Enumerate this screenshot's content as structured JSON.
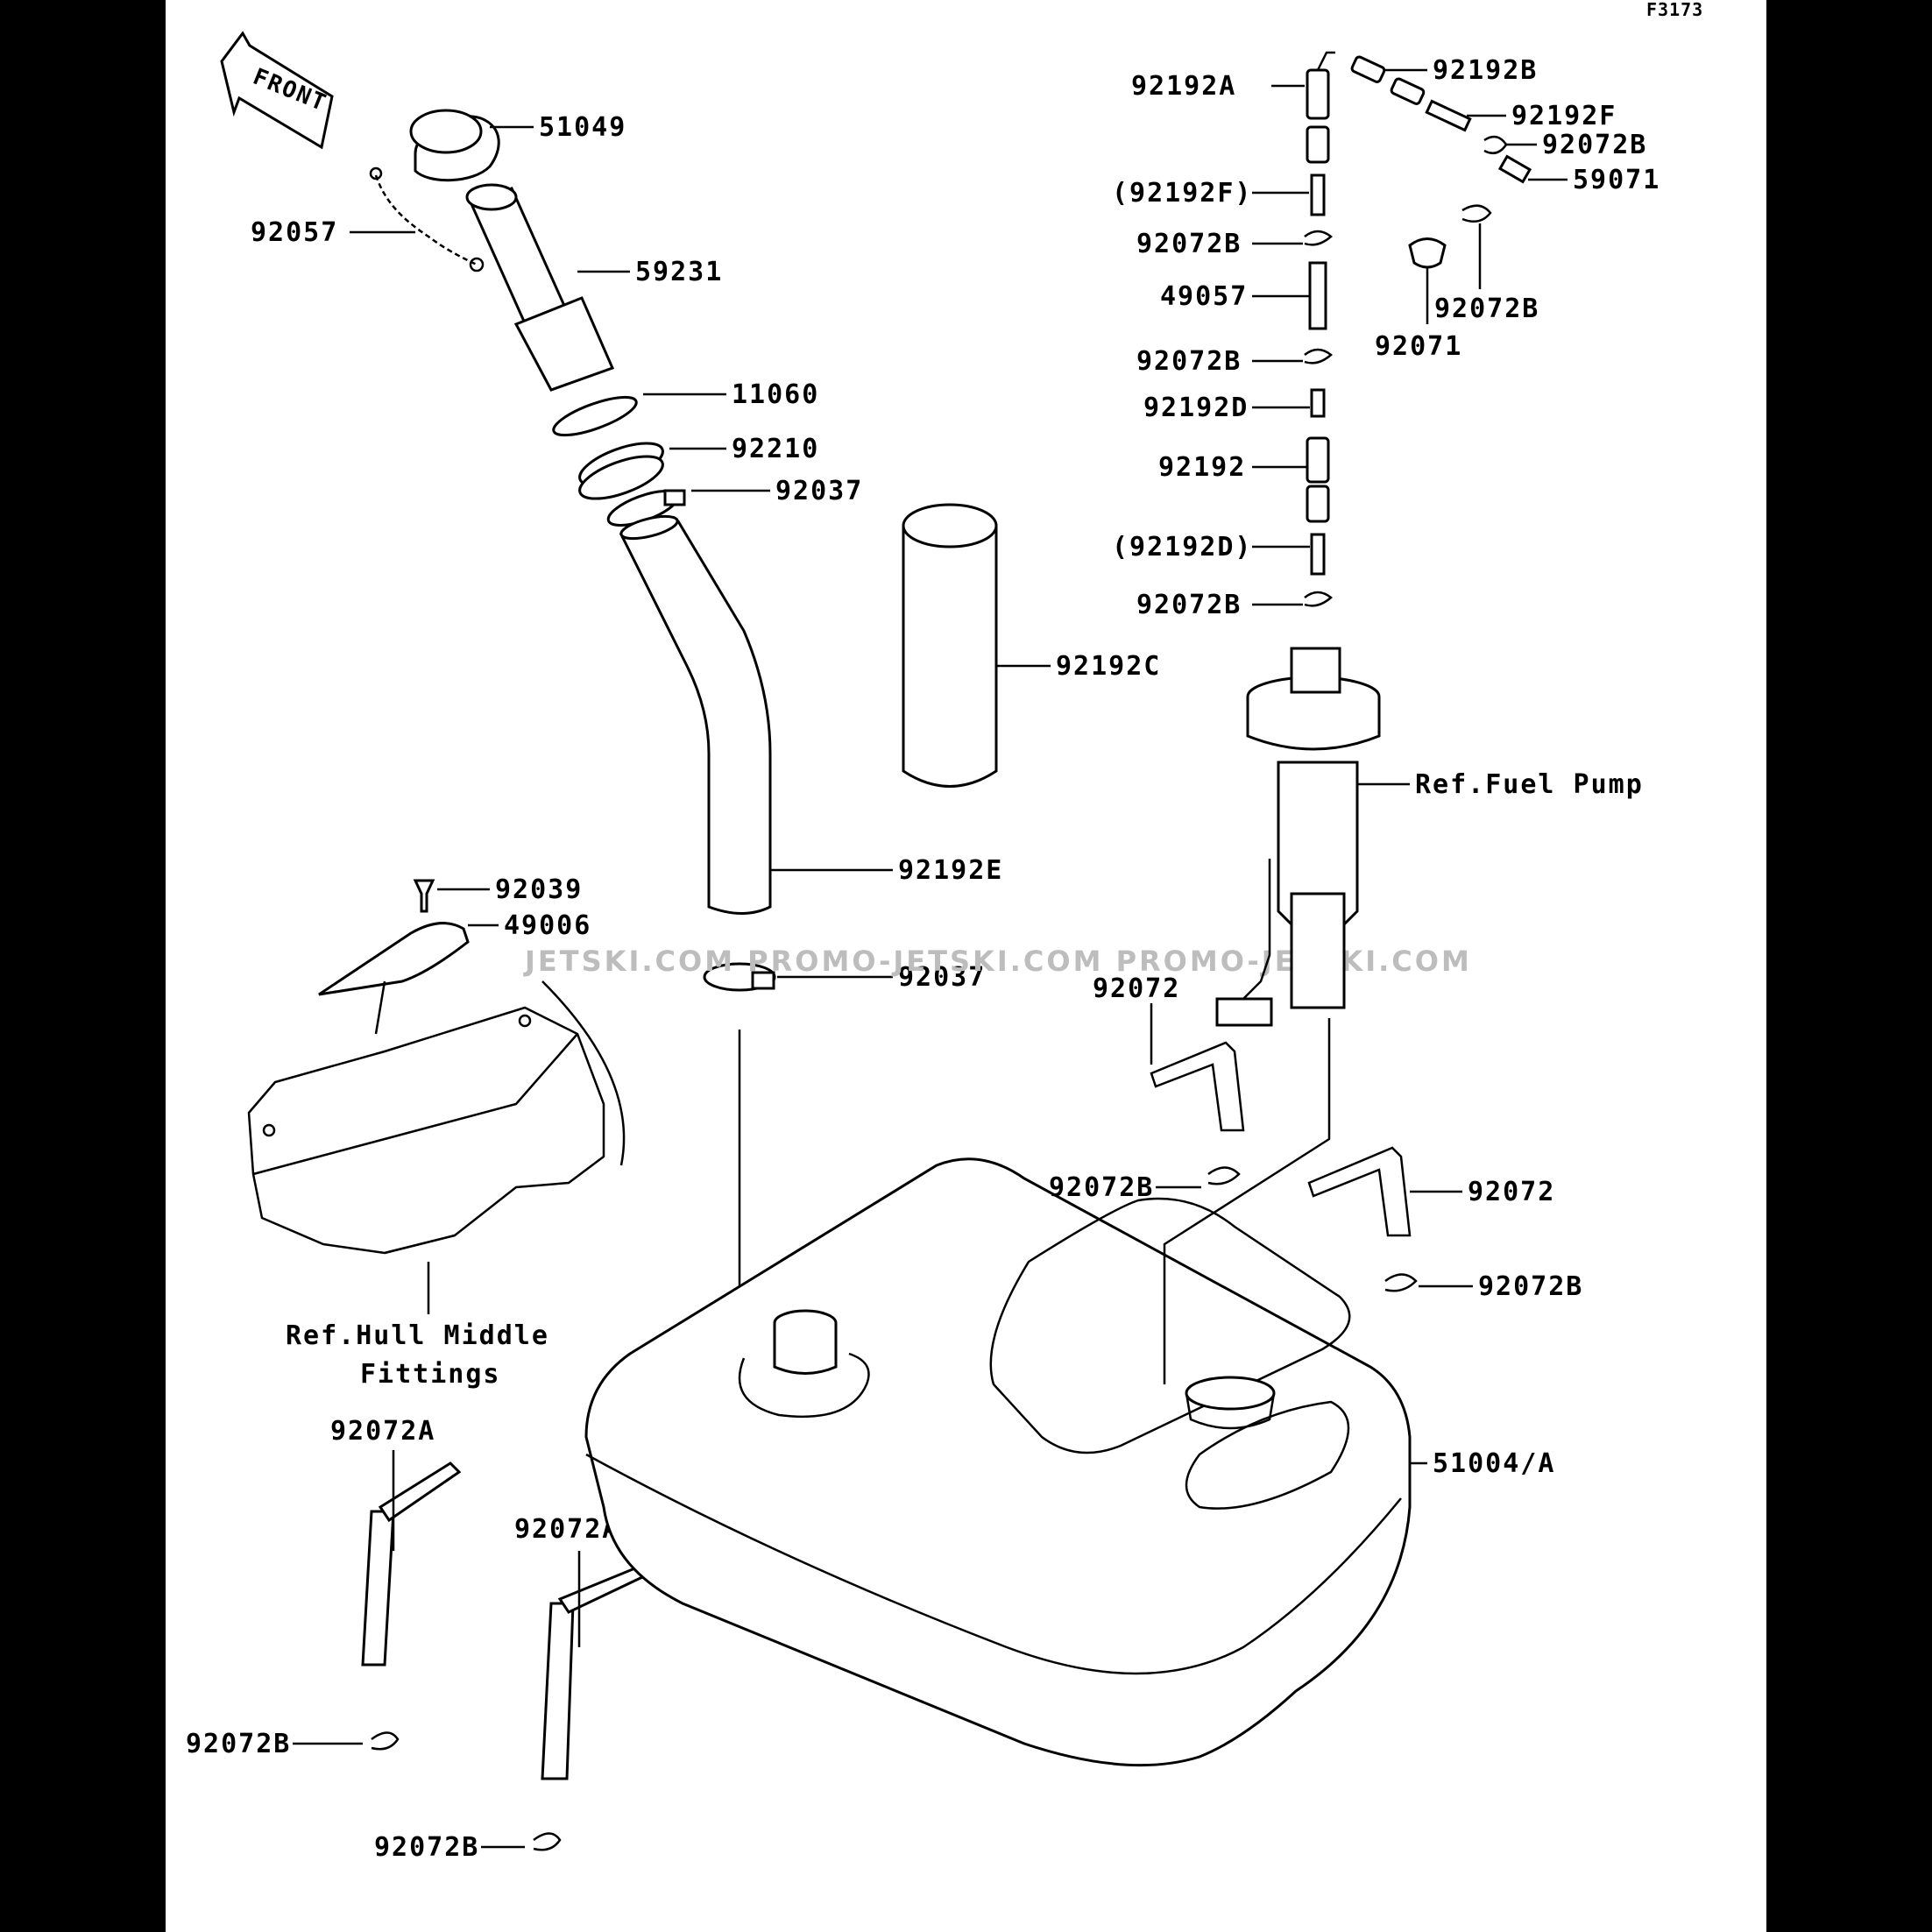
{
  "figure_code": "F3173",
  "front_label": "FRONT",
  "watermark": "JETSKI.COM   PROMO-JETSKI.COM   PROMO-JETSKI.COM",
  "labels": {
    "p51049": "51049",
    "p92057": "92057",
    "p59231": "59231",
    "p11060": "11060",
    "p92210": "92210",
    "p92037a": "92037",
    "p92192C": "92192C",
    "p92192E": "92192E",
    "p92039": "92039",
    "p49006": "49006",
    "p92037b": "92037",
    "hull_line1": "Ref.Hull Middle",
    "hull_line2": "Fittings",
    "p92072A_1": "92072A",
    "p92072A_2": "92072A",
    "p92072B_l1": "92072B",
    "p92072B_l2": "92072B",
    "p51004A": "51004/A",
    "p92072_1": "92072",
    "p92072_2": "92072",
    "p92072B_m1": "92072B",
    "p92072B_m2": "92072B",
    "fuel_pump": "Ref.Fuel Pump",
    "p92192A": "92192A",
    "p92192B": "92192B",
    "p92192F": "92192F",
    "p92072B_r1": "92072B",
    "p59071": "59071",
    "p92192F_paren": "(92192F)",
    "p92072B_c1": "92072B",
    "p49057": "49057",
    "p92072B_r2": "92072B",
    "p92071": "92071",
    "p92072B_c2": "92072B",
    "p92192D": "92192D",
    "p92192": "92192",
    "p92192D_paren": "(92192D)",
    "p92072B_c3": "92072B"
  }
}
